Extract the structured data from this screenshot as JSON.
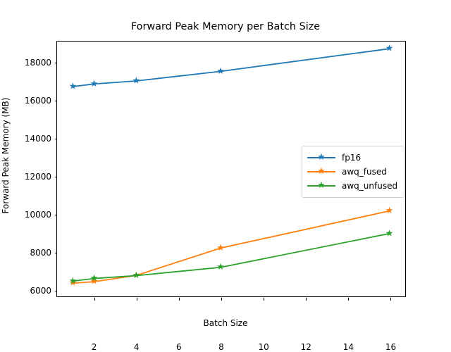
{
  "chart_data": {
    "type": "line",
    "title": "Forward Peak Memory per Batch Size",
    "xlabel": "Batch Size",
    "ylabel": "Forward Peak Memory (MB)",
    "x": [
      1,
      2,
      4,
      8,
      16
    ],
    "xlim": [
      0.25,
      16.75
    ],
    "ylim": [
      5620,
      19130
    ],
    "xticks": [
      2,
      4,
      6,
      8,
      10,
      12,
      14,
      16
    ],
    "xtick_labels": [
      "2",
      "4",
      "6",
      "8",
      "10",
      "12",
      "14",
      "16"
    ],
    "yticks": [
      6000,
      8000,
      10000,
      12000,
      14000,
      16000,
      18000
    ],
    "ytick_labels": [
      "6000",
      "8000",
      "10000",
      "12000",
      "14000",
      "16000",
      "18000"
    ],
    "grid": false,
    "legend_position": "center right",
    "marker": "star",
    "series": [
      {
        "name": "fp16",
        "color": "#1f77b4",
        "values": [
          16740,
          16880,
          17040,
          17550,
          18750
        ]
      },
      {
        "name": "awq_fused",
        "color": "#ff7f0e",
        "values": [
          6320,
          6400,
          6730,
          8180,
          10150
        ]
      },
      {
        "name": "awq_unfused",
        "color": "#2ca02c",
        "values": [
          6430,
          6570,
          6720,
          7160,
          8950
        ]
      }
    ]
  },
  "legend": {
    "entries": [
      {
        "label": "fp16",
        "marker": "★"
      },
      {
        "label": "awq_fused",
        "marker": "★"
      },
      {
        "label": "awq_unfused",
        "marker": "★"
      }
    ]
  }
}
